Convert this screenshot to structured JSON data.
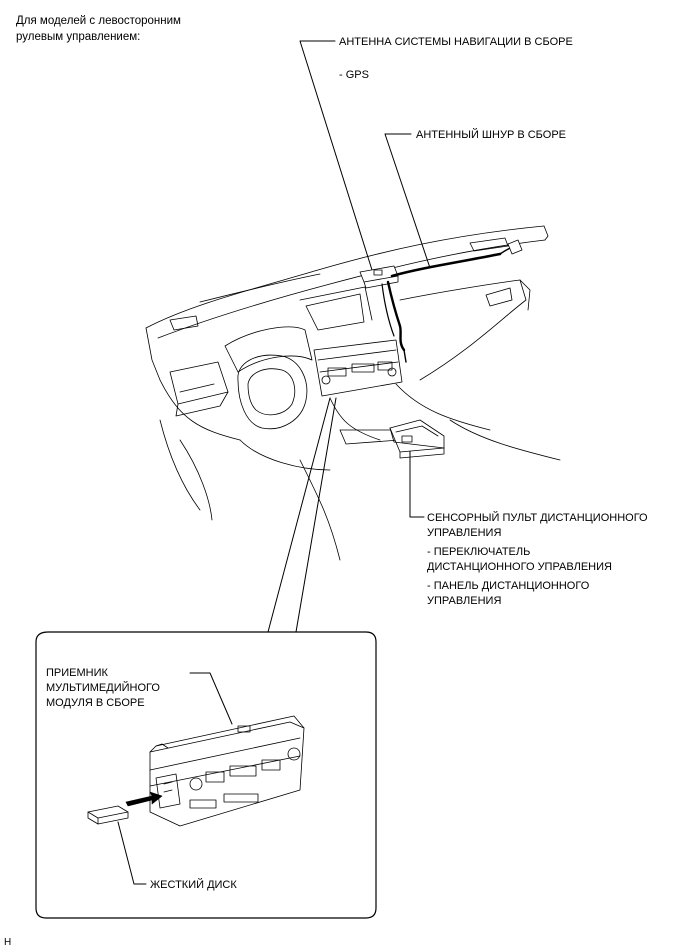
{
  "title_lines": [
    "Для моделей с левосторонним",
    "рулевым управлением:"
  ],
  "labels": {
    "antenna": "АНТЕННА СИСТЕМЫ НАВИГАЦИИ В СБОРЕ",
    "gps": "- GPS",
    "antenna_cord": "АНТЕННЫЙ ШНУР В СБОРЕ",
    "touch_remote": [
      "СЕНСОРНЫЙ ПУЛЬТ ДИСТАНЦИОННОГО",
      "УПРАВЛЕНИЯ"
    ],
    "remote_switch": [
      "- ПЕРЕКЛЮЧАТЕЛЬ",
      "ДИСТАНЦИОННОГО УПРАВЛЕНИЯ"
    ],
    "remote_panel": [
      "- ПАНЕЛЬ ДИСТАНЦИОННОГО",
      "УПРАВЛЕНИЯ"
    ],
    "receiver": [
      "ПРИЕМНИК",
      "МУЛЬТИМЕДИЙНОГО",
      "МОДУЛЯ В СБОРЕ"
    ],
    "hard_disk": "ЖЕСТКИЙ ДИСК"
  },
  "figure_code": "H"
}
